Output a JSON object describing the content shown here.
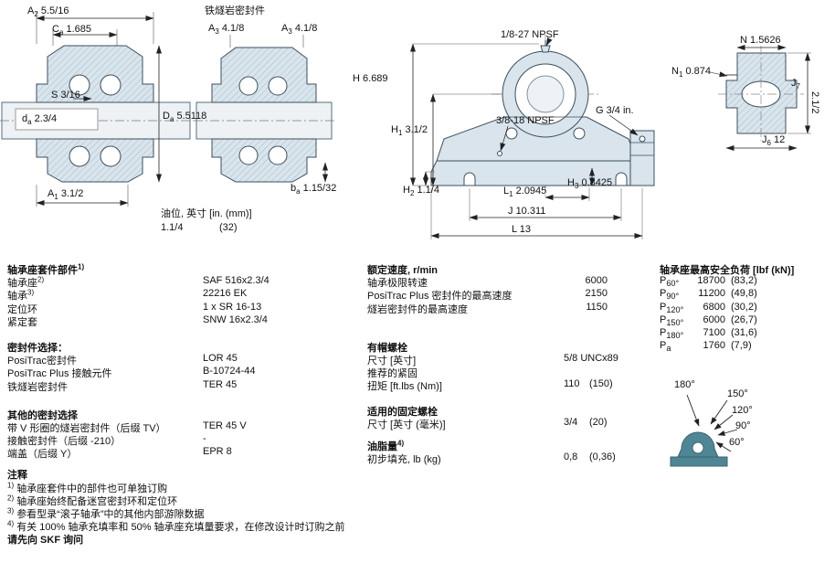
{
  "dims": {
    "a2": {
      "p": "A",
      "s": "2",
      "v": "5.5/16"
    },
    "ca": {
      "p": "C",
      "s": "a",
      "v": "1.685"
    },
    "s": {
      "p": "S",
      "s": "",
      "v": "3/16"
    },
    "da": {
      "p": "d",
      "s": "a",
      "v": "2.3/4"
    },
    "Da": {
      "p": "D",
      "s": "a",
      "v": "5.5118"
    },
    "a1": {
      "p": "A",
      "s": "1",
      "v": "3.1/2"
    },
    "taconite_title": "铁燧岩密封件",
    "a3l": {
      "p": "A",
      "s": "3",
      "v": "4.1/8"
    },
    "a3r": {
      "p": "A",
      "s": "3",
      "v": "4.1/8"
    },
    "ba": {
      "p": "b",
      "s": "a",
      "v": "1.15/32"
    },
    "oil_line1": "油位, 英寸 [in. (mm)]",
    "oil_val": "1.1/4",
    "oil_mm": "(32)",
    "npsf_top": "1/8-27 NPSF",
    "npsf_mid": "3/8-18 NPSF",
    "h": {
      "p": "H",
      "s": "",
      "v": "6.689"
    },
    "h1": {
      "p": "H",
      "s": "1",
      "v": "3.1/2"
    },
    "g": {
      "p": "G",
      "s": "",
      "v": "3/4 in."
    },
    "h2": {
      "p": "H",
      "s": "2",
      "v": "1.1/4"
    },
    "l1": {
      "p": "L",
      "s": "1",
      "v": "2.0945"
    },
    "h3": {
      "p": "H",
      "s": "3",
      "v": "0.8425"
    },
    "j": {
      "p": "J",
      "s": "",
      "v": "10.311"
    },
    "l": {
      "p": "L",
      "s": "",
      "v": "13"
    },
    "n": {
      "p": "N",
      "s": "",
      "v": "1.5626"
    },
    "n1": {
      "p": "N",
      "s": "1",
      "v": "0.874"
    },
    "j7": {
      "p": "J",
      "s": "7",
      "v": "2.1/2"
    },
    "j6": {
      "p": "J",
      "s": "6",
      "v": "12"
    }
  },
  "parts": {
    "title": "轴承座套件部件",
    "title_note": "1)",
    "rows": [
      {
        "label": "轴承座",
        "note": "2)",
        "value": "SAF 516x2.3/4"
      },
      {
        "label": "轴承",
        "note": "3)",
        "value": "22216 EK"
      },
      {
        "label": "定位环",
        "note": "",
        "value": "1 x SR 16-13"
      },
      {
        "label": "紧定套",
        "note": "",
        "value": "SNW 16x2.3/4"
      }
    ]
  },
  "seals": {
    "title": "密封件选择：",
    "rows": [
      {
        "label": "PosiTrac密封件",
        "value": "LOR 45"
      },
      {
        "label": "PosiTrac Plus 接触元件",
        "value": "B-10724-44"
      },
      {
        "label": "铁燧岩密封件",
        "value": "TER 45"
      }
    ]
  },
  "other_seals": {
    "title": "其他的密封选择",
    "rows": [
      {
        "label": "带 V 形圈的燧岩密封件（后缀 TV）",
        "value": "TER 45 V"
      },
      {
        "label": "接触密封件（后缀 -210）",
        "value": "-"
      },
      {
        "label": "端盖（后缀 Y）",
        "value": "EPR 8"
      }
    ]
  },
  "notes": {
    "title": "注释",
    "items": [
      {
        "mark": "1)",
        "text": "轴承座套件中的部件也可单独订购"
      },
      {
        "mark": "2)",
        "text": "轴承座始终配备迷宫密封环和定位环"
      },
      {
        "mark": "3)",
        "text": "参看型录“滚子轴承”中的其他内部游隙数据"
      },
      {
        "mark": "4)",
        "text": "有关 100% 轴承充填率和 50% 轴承座充填量要求，在修改设计时订购之前"
      }
    ],
    "footer": "请先向 SKF 询问"
  },
  "speeds": {
    "title": "额定速度, r/min",
    "rows": [
      {
        "label": "轴承极限转速",
        "value": "6000"
      },
      {
        "label": "PosiTrac Plus 密封件的最高速度",
        "value": "2150"
      },
      {
        "label": "燧岩密封件的最高速度",
        "value": "1150"
      }
    ]
  },
  "cap_bolts": {
    "title": "有帽螺栓",
    "size_label": "尺寸 [英寸]",
    "size_value": "5/8 UNCx89",
    "torque_label1": "推荐的紧固",
    "torque_label2": "扭矩 [ft.lbs (Nm)]",
    "torque_value": "110",
    "torque_value2": "(150)"
  },
  "fix_bolts": {
    "title": "适用的固定螺栓",
    "size_label": "尺寸 [英寸 (毫米)]",
    "size_value": "3/4",
    "size_value2": "(20)"
  },
  "grease": {
    "title": "油脂量",
    "title_note": "4)",
    "label": "初步填充, lb (kg)",
    "value": "0,8",
    "value2": "(0,36)"
  },
  "loads": {
    "title": "轴承座最高安全负荷 [lbf (kN)]",
    "rows": [
      {
        "p": "P",
        "s": "60°",
        "value": "18700",
        "kn": "(83,2)"
      },
      {
        "p": "P",
        "s": "90°",
        "value": "11200",
        "kn": "(49,8)"
      },
      {
        "p": "P",
        "s": "120°",
        "value": "6800",
        "kn": "(30,2)"
      },
      {
        "p": "P",
        "s": "150°",
        "value": "6000",
        "kn": "(26,7)"
      },
      {
        "p": "P",
        "s": "180°",
        "value": "7100",
        "kn": "(31,6)"
      },
      {
        "p": "P",
        "s": "a",
        "value": "1760",
        "kn": "(7,9)"
      }
    ],
    "angles": [
      "180°",
      "150°",
      "120°",
      "90°",
      "60°"
    ]
  }
}
